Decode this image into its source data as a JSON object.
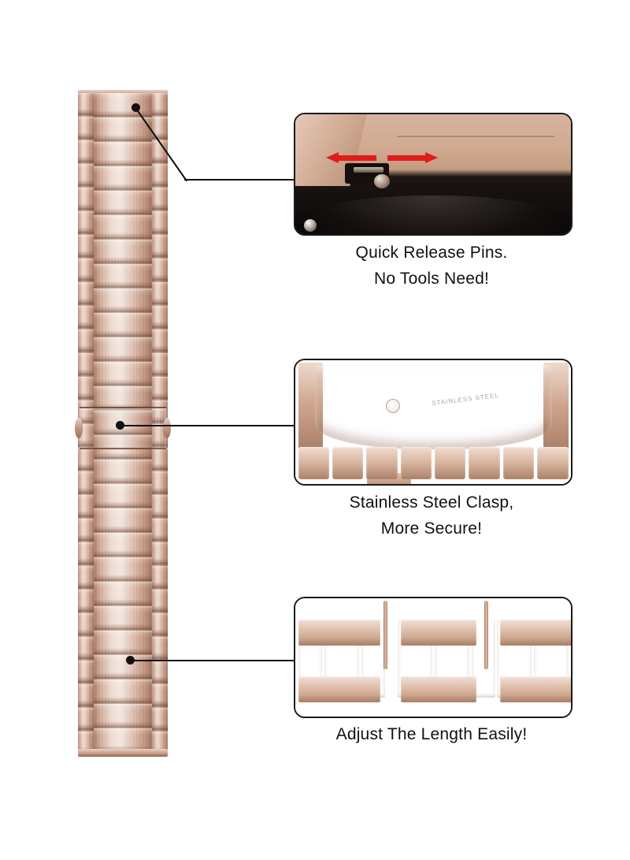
{
  "page": {
    "background_color": "#ffffff",
    "accent_red": "#e01b1b",
    "metal_color": "#c9a593",
    "line_color": "#111111"
  },
  "product": {
    "name": "Rose Gold Stainless Steel Watch Band",
    "band_label": "watch-band-full-view"
  },
  "features": [
    {
      "id": "quick-release",
      "caption_lines": [
        "Quick Release Pins.",
        "No Tools Need!"
      ],
      "photo_label": "quick-release-pin-closeup",
      "annotation": {
        "type": "bidirectional-arrows",
        "color": "#e01b1b",
        "directions": [
          "left",
          "right"
        ]
      }
    },
    {
      "id": "clasp",
      "caption_lines": [
        "Stainless Steel Clasp,",
        "More Secure!"
      ],
      "photo_label": "stainless-steel-clasp-closeup",
      "engraving": "STAINLESS STEEL"
    },
    {
      "id": "adjust-length",
      "caption_lines": [
        "Adjust The Length Easily!"
      ],
      "photo_label": "removable-links-and-pins",
      "parts": {
        "link_groups": 3,
        "pins": 2
      }
    }
  ]
}
